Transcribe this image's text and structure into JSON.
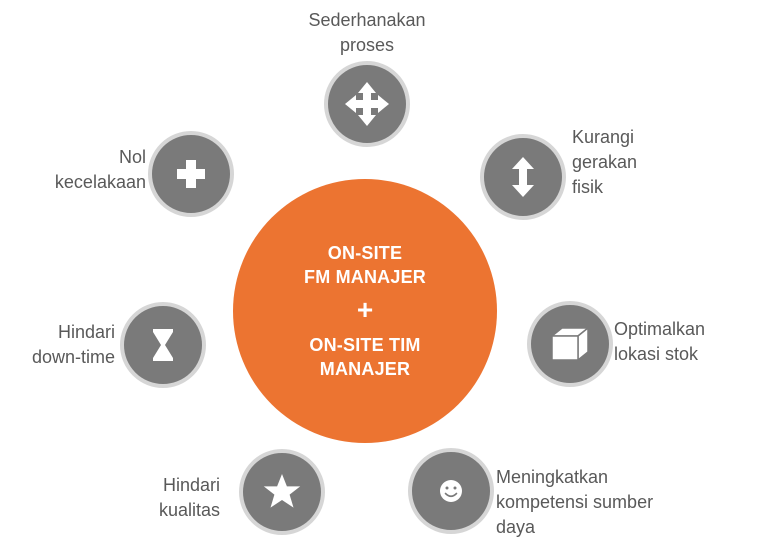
{
  "center": {
    "line1": "ON-SITE",
    "line2": "FM MANAJER",
    "plus": "+",
    "line3": "ON-SITE TIM",
    "line4": "MANAJER"
  },
  "nodes": [
    {
      "icon": "move-arrows-icon",
      "label": [
        "Sederhanakan",
        "proses"
      ]
    },
    {
      "icon": "vertical-arrow-icon",
      "label": [
        "Kurangi",
        "gerakan",
        "fisik"
      ]
    },
    {
      "icon": "box-icon",
      "label": [
        "Optimalkan",
        "lokasi stok"
      ]
    },
    {
      "icon": "smiley-icon",
      "label": [
        "Meningkatkan",
        "kompetensi sumber",
        "daya"
      ]
    },
    {
      "icon": "star-icon",
      "label": [
        "Hindari",
        "kualitas"
      ]
    },
    {
      "icon": "hourglass-icon",
      "label": [
        "Hindari",
        "down-time"
      ]
    },
    {
      "icon": "plus-icon",
      "label": [
        "Nol",
        "kecelakaan"
      ]
    }
  ],
  "colors": {
    "center_fill": "#ec7431",
    "node_fill": "#7a7a7a",
    "node_ring": "#d6d6d6",
    "label_text": "#595959"
  }
}
